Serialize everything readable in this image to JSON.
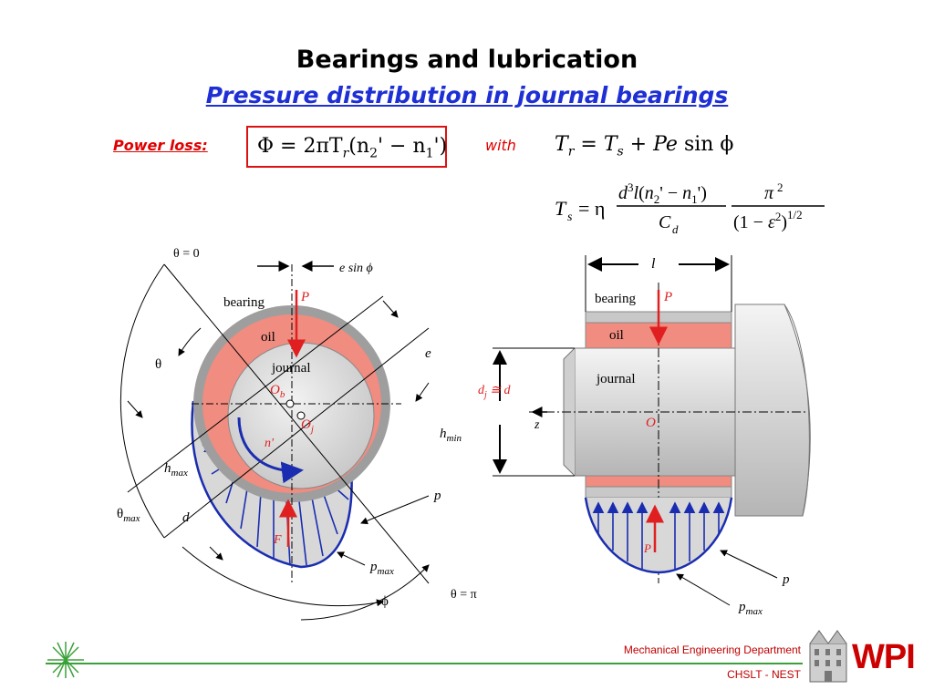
{
  "title": "Bearings and lubrication",
  "subtitle": "Pressure distribution in journal bearings",
  "labels": {
    "power_loss": "Power loss:",
    "with": "with"
  },
  "equations": {
    "power": "Φ = 2πT",
    "power_r": "r",
    "power_rest": "(n",
    "tr": "T",
    "ts": "T"
  },
  "left_diagram": {
    "theta0": "θ = 0",
    "esinphi": "e sin ϕ",
    "bearing": "bearing",
    "P": "P",
    "oil": "oil",
    "journal": "journal",
    "theta": "θ",
    "e": "e",
    "Ob": "O",
    "Ob_sub": "b",
    "Oj": "O",
    "Oj_sub": "j",
    "nprime": "n'",
    "hmin": "h",
    "hmin_sub": "min",
    "hmax": "h",
    "hmax_sub": "max",
    "thetamax": "θ",
    "thetamax_sub": "max",
    "d": "d",
    "F": "F",
    "p": "p",
    "pmax": "p",
    "pmax_sub": "max",
    "phi": "ϕ",
    "thetapi": "θ = π"
  },
  "right_diagram": {
    "l": "l",
    "bearing": "bearing",
    "P": "P",
    "oil": "oil",
    "journal": "journal",
    "dj": "d",
    "dj_sub": "j",
    "dj_rest": " ≅ d",
    "z": "z",
    "O": "O",
    "F": "P",
    "p": "p",
    "pmax": "p",
    "pmax_sub": "max"
  },
  "footer": {
    "department": "Mechanical Engineering Department",
    "nest": "CHSLT - NEST",
    "logo": "WPI"
  }
}
